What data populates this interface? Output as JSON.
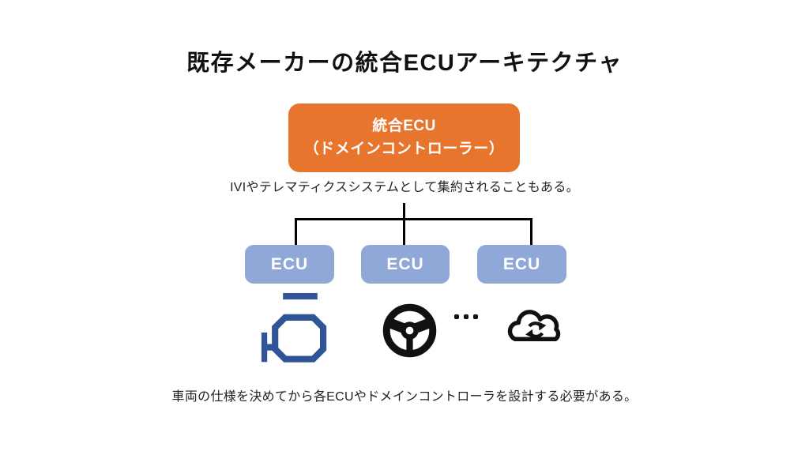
{
  "slide": {
    "title": "既存メーカーの統合ECUアーキテクチャ",
    "root_node": {
      "line1": "統合ECU",
      "line2": "（ドメインコントローラー）"
    },
    "top_note": "IVIやテレマティクスシステムとして集約されることもある。",
    "child_nodes": [
      {
        "label": "ECU",
        "icon": "engine-icon"
      },
      {
        "label": "ECU",
        "icon": "steering-wheel-icon"
      },
      {
        "label": "ECU",
        "icon": "cloud-sync-icon"
      }
    ],
    "ellipsis": "・・・",
    "bottom_note": "車両の仕様を決めてから各ECUやドメインコントローラを設計する必要がある。",
    "colors": {
      "background": "#ffffff",
      "title_color": "#111111",
      "domain_box_bg": "#e8752e",
      "domain_box_text": "#ffffff",
      "ecu_box_bg": "#8fa8d8",
      "ecu_box_text": "#ffffff",
      "connector": "#000000",
      "engine_icon_color": "#2f5597",
      "dark_icon_color": "#111111",
      "note_color": "#222222"
    }
  }
}
